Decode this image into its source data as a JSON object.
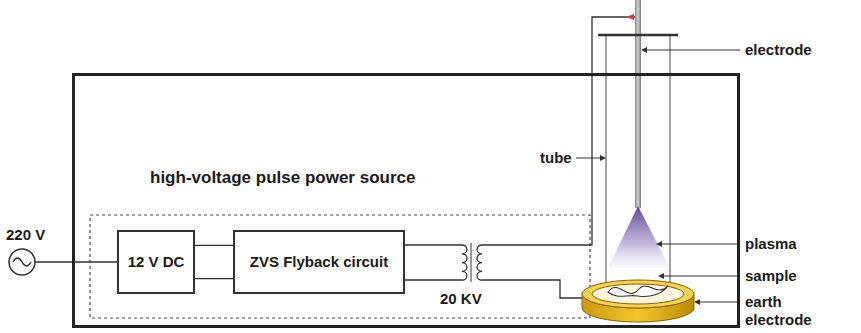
{
  "diagram": {
    "nodes": [
      {
        "text": [
          "high-voltage pulse power source"
        ]
      },
      {
        "text": [
          "12 V DC"
        ],
        "in": 0
      },
      {
        "text": [
          "ZVS Flyback circuit"
        ],
        "in": 0
      }
    ],
    "edges": [
      {
        "from": 1,
        "to": 2,
        "arrow": "none"
      }
    ],
    "labels": [
      "220 V",
      "20 KV",
      "tube",
      "electrode",
      "plasma",
      "sample",
      "earth electrode"
    ]
  }
}
